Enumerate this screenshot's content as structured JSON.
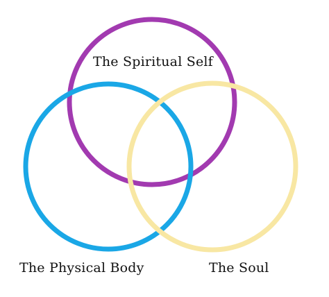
{
  "diagram": {
    "circles": [
      {
        "id": "spiritual",
        "label": "The Spiritual Self",
        "color": "#a23ab0"
      },
      {
        "id": "physical",
        "label": "The Physical Body",
        "color": "#1aa7e6"
      },
      {
        "id": "soul",
        "label": "The Soul",
        "color": "#f8e7a3"
      }
    ]
  }
}
